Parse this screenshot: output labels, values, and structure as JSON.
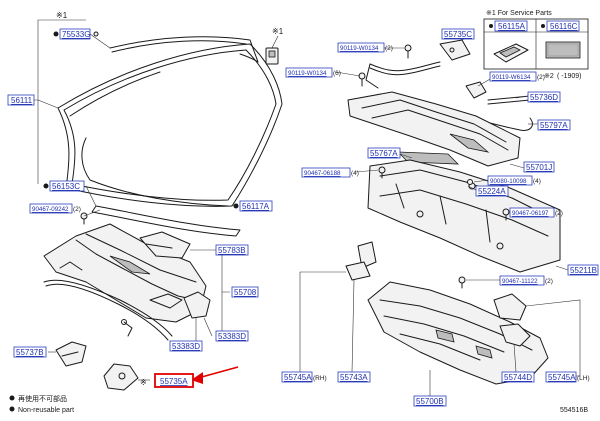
{
  "legend": {
    "service_parts_title": "※1 For Service Parts",
    "service_parts": [
      "56115A",
      "56116C"
    ],
    "note2_mark": "※2",
    "note2_text": "(  -1909)",
    "non_reusable_jp": "再使用不可部品",
    "non_reusable_en": "Non-reusable part"
  },
  "marks": {
    "star1": "※1",
    "star": "※"
  },
  "labels": {
    "p75533G": "75533G",
    "p56111": "56111",
    "p56153C": "56153C",
    "p56117A": "56117A",
    "p90467_09242": "90467-09242",
    "q90467_09242": "(2)",
    "p55783B": "55783B",
    "p55708": "55708",
    "p53383D_a": "53383D",
    "p53383D_b": "53383D",
    "p55737B": "55737B",
    "p55735A": "55735A",
    "p90119_W0134_top": "90119-W0134",
    "q90119_W0134_top": "(2)",
    "p90119_W0134_left": "90119-W0134",
    "q90119_W0134_left": "(6)",
    "p55735C": "55735C",
    "p90119_W6134": "90119-W6134",
    "q90119_W6134": "(2)",
    "p55736D": "55736D",
    "p55797A": "55797A",
    "p55767A": "55767A",
    "p90467_06188": "90467-06188",
    "q90467_06188": "(4)",
    "p55701J": "55701J",
    "p90080_10098": "90080-10098",
    "q90080_10098": "(4)",
    "p55224A": "55224A",
    "p90467_06197": "90467-06197",
    "q90467_06197": "(2)",
    "p55211B": "55211B",
    "p90467_11122": "90467-11122",
    "q90467_11122": "(2)",
    "p55745A_rh": "55745A",
    "q55745A_rh": "(RH)",
    "p55743A": "55743A",
    "p55700B": "55700B",
    "p55744D": "55744D",
    "p55745A_lh": "55745A",
    "q55745A_lh": "(LH)"
  },
  "diagram_code": "554516B",
  "colors": {
    "label_text": "#1f2fb0",
    "label_border": "#2a3fbf",
    "highlight": "#e00000"
  }
}
